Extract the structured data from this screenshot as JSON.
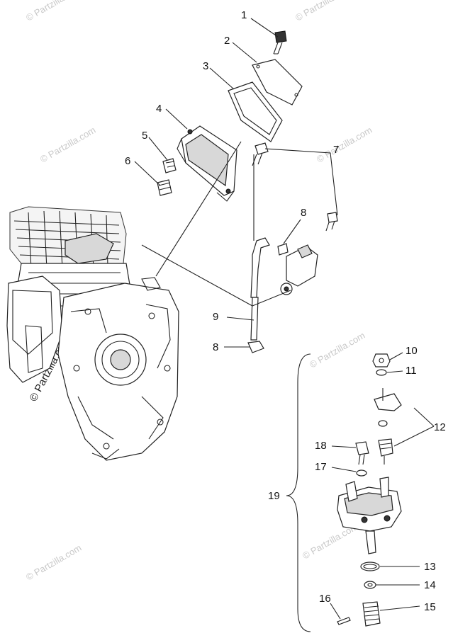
{
  "watermark": "© Partzilla.com",
  "callouts": {
    "c1": "1",
    "c2": "2",
    "c3": "3",
    "c4": "4",
    "c5": "5",
    "c6": "6",
    "c7": "7",
    "c8a": "8",
    "c9": "9",
    "c8b": "8",
    "c10": "10",
    "c11": "11",
    "c12": "12",
    "c18": "18",
    "c17": "17",
    "c19": "19",
    "c13": "13",
    "c14": "14",
    "c16": "16",
    "c15": "15"
  }
}
